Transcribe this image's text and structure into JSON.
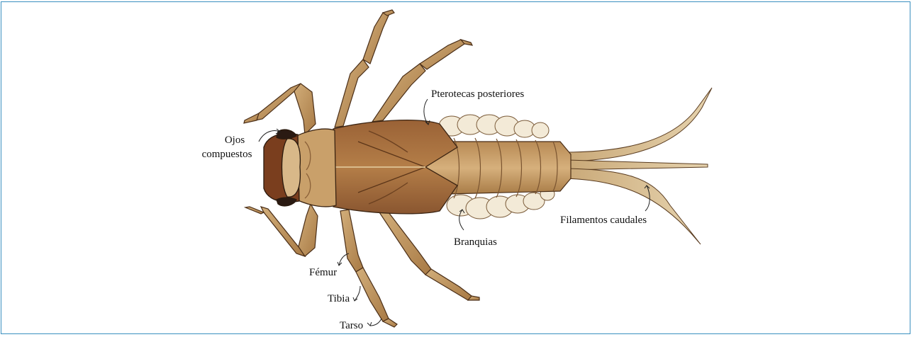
{
  "diagram": {
    "subject": "nymph-dorsal-view",
    "colors": {
      "frame_border": "#3a8fbf",
      "body_dark": "#8a5630",
      "body_mid": "#a9773f",
      "body_light": "#c9a06a",
      "leg": "#b98d57",
      "leg_light": "#dcc095",
      "gill": "#f3ead7",
      "head": "#7a3e1e",
      "eye": "#2a1a12",
      "outline": "#3b2412",
      "callout": "#222222"
    },
    "labels": {
      "compound_eyes_line1": "Ojos",
      "compound_eyes_line2": "compuestos",
      "hind_wingpads": "Pterotecas posteriores",
      "gills": "Branquias",
      "caudal_filaments": "Filamentos caudales",
      "femur": "Fémur",
      "tibia": "Tibia",
      "tarsus": "Tarso"
    }
  }
}
